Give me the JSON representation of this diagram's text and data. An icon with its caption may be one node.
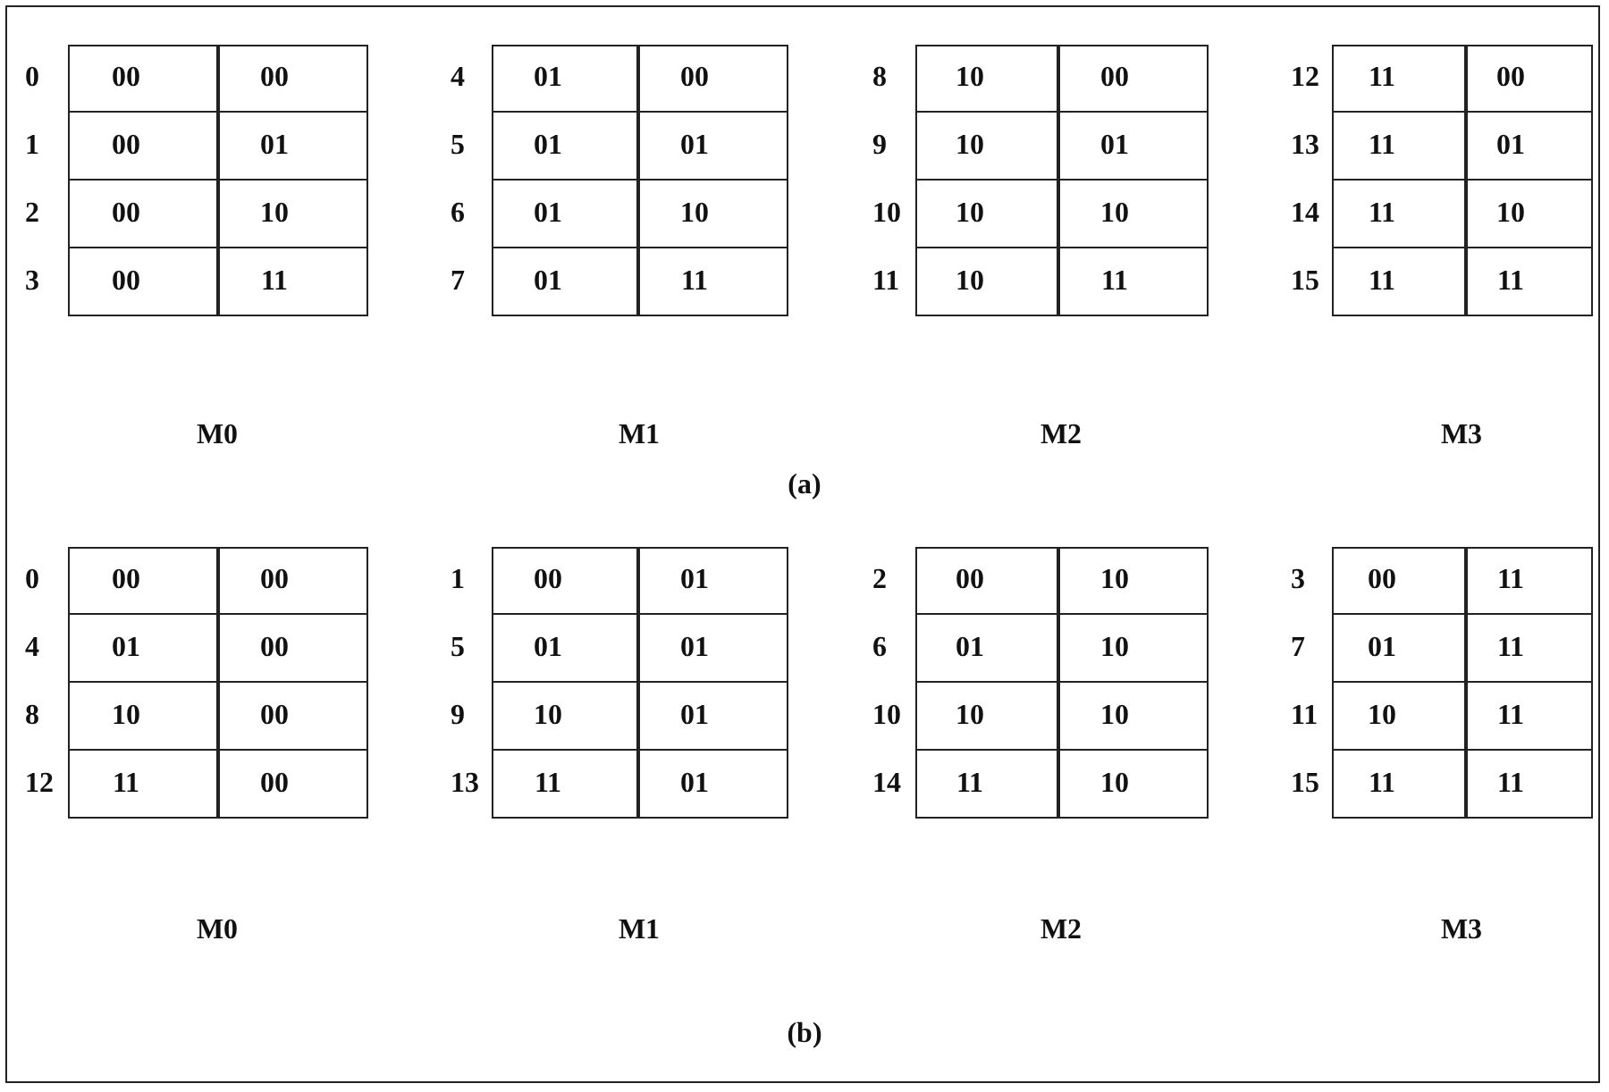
{
  "diagram": {
    "labels": [
      "0",
      "00",
      "00",
      "4",
      "01",
      "00",
      "8",
      "10",
      "00",
      "12",
      "11",
      "00",
      "1",
      "00",
      "01",
      "5",
      "01",
      "01",
      "9",
      "10",
      "01",
      "13",
      "11",
      "01",
      "2",
      "00",
      "10",
      "6",
      "01",
      "10",
      "10",
      "10",
      "10",
      "14",
      "11",
      "10",
      "3",
      "00",
      "11",
      "7",
      "01",
      "11",
      "11",
      "10",
      "11",
      "15",
      "11",
      "11",
      "M0",
      "M1",
      "M2",
      "M3",
      "(a)",
      "0",
      "00",
      "00",
      "1",
      "00",
      "01",
      "2",
      "00",
      "10",
      "3",
      "00",
      "11",
      "4",
      "01",
      "00",
      "5",
      "01",
      "01",
      "6",
      "01",
      "10",
      "7",
      "01",
      "11",
      "8",
      "10",
      "00",
      "9",
      "10",
      "01",
      "10",
      "10",
      "10",
      "11",
      "10",
      "11",
      "12",
      "11",
      "00",
      "13",
      "11",
      "01",
      "14",
      "11",
      "10",
      "15",
      "11",
      "11",
      "M0",
      "M1",
      "M2",
      "M3",
      "(b)"
    ]
  }
}
